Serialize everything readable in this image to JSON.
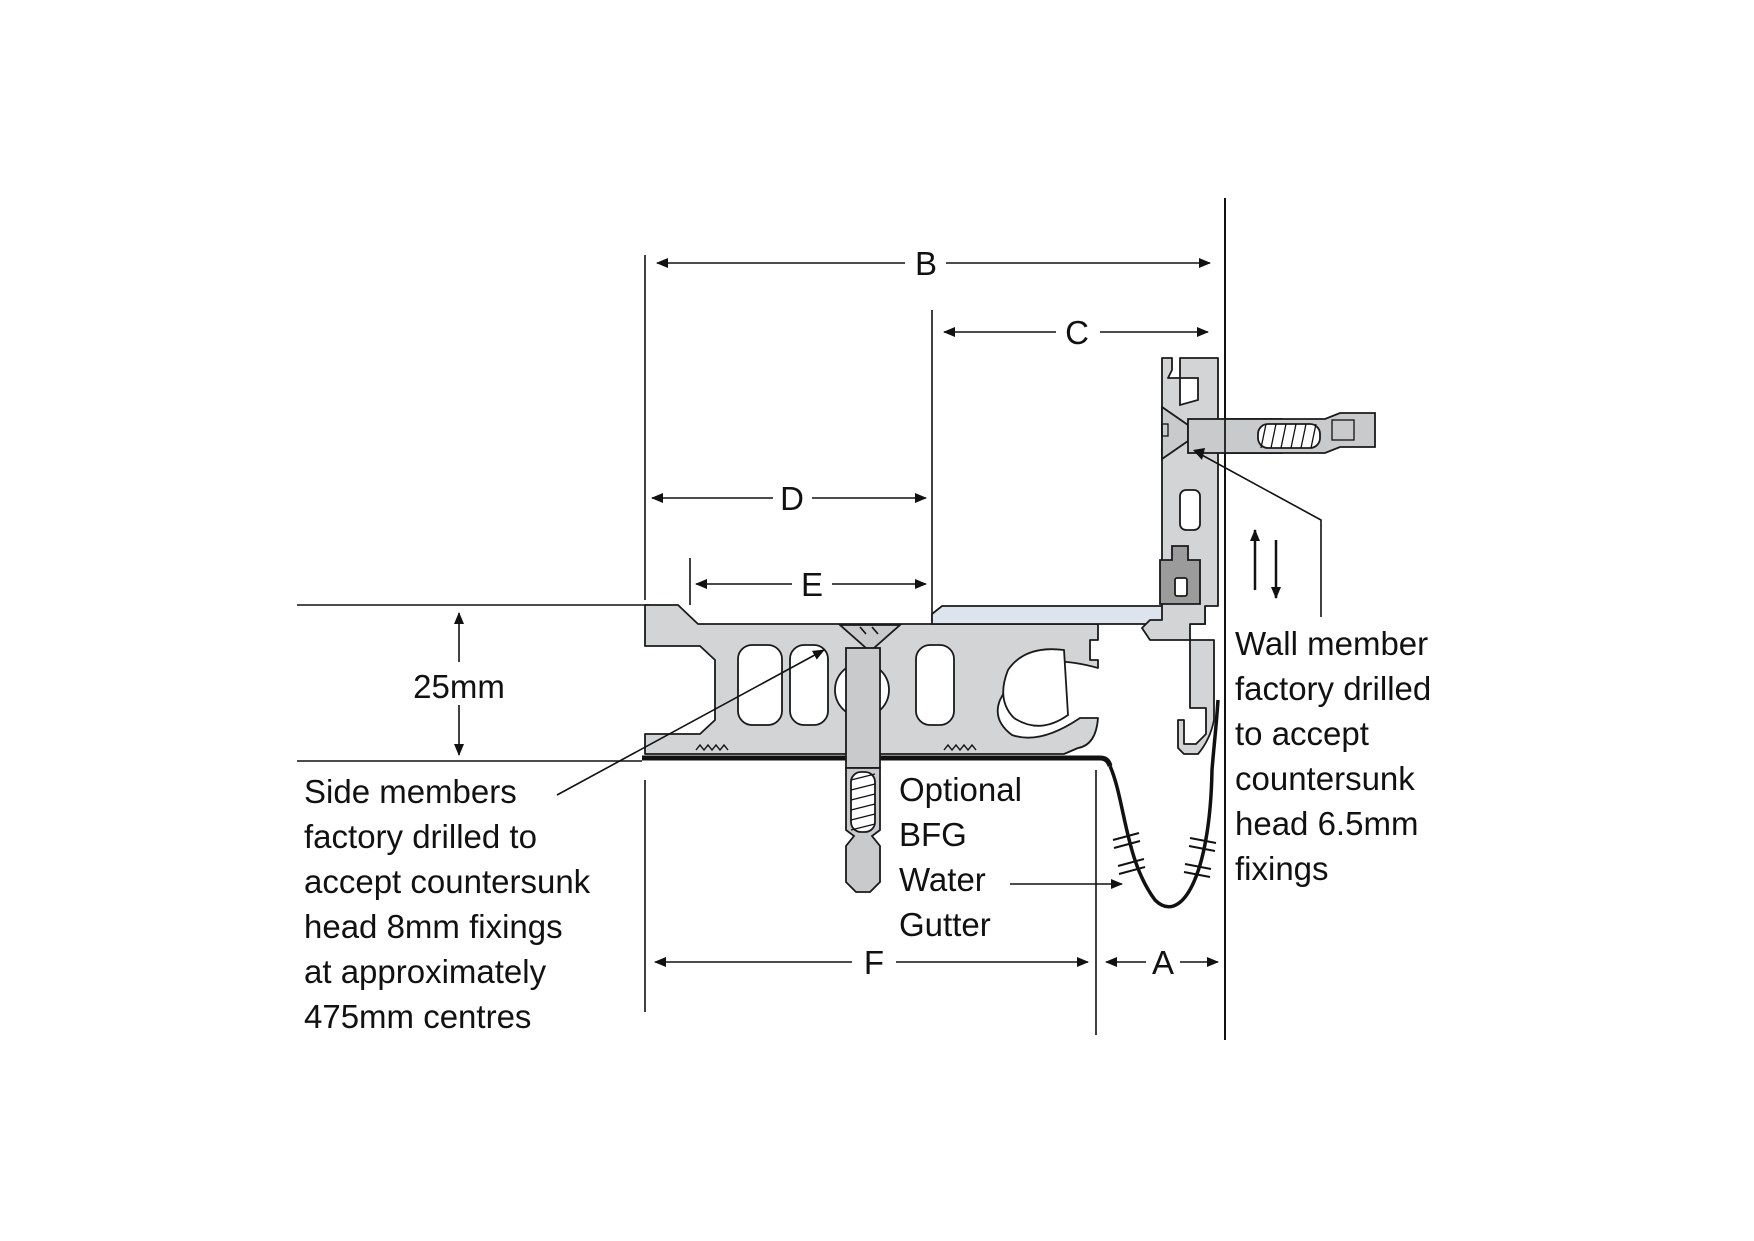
{
  "dimensions": {
    "a": "A",
    "b": "B",
    "c": "C",
    "d": "D",
    "e": "E",
    "f": "F",
    "height": "25mm"
  },
  "notes": {
    "side_members": [
      "Side members",
      "factory drilled to",
      "accept countersunk",
      "head 8mm fixings",
      "at approximately",
      "475mm centres"
    ],
    "gutter": [
      "Optional",
      "BFG",
      "Water",
      "Gutter"
    ],
    "wall_member": [
      "Wall member",
      "factory drilled",
      "to accept",
      "countersunk",
      "head 6.5mm",
      "fixings"
    ]
  },
  "movement_icon": "up-down-arrows-icon",
  "colors": {
    "aluminium": "#d3d4d6",
    "cover_plate": "#dde4ee",
    "insert": "#9b9b9b",
    "line": "#111111"
  }
}
